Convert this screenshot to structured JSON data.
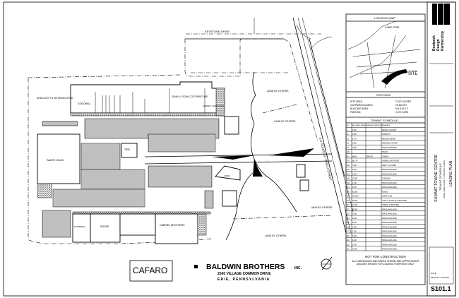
{
  "plan": {
    "road_top": "KEYSTONE DRIVE",
    "road_right": "U.S. ROUTE 19 - PEACH STREET",
    "area_not_developed": "AREA NOT TO BE DEVELOPED",
    "land_by_others": [
      "LAND BY OTHERS",
      "LAND BY OTHERS",
      "LAND BY OTHERS",
      "LAND BY OTHERS"
    ],
    "tenants": {
      "goodwill": "GOODWILL",
      "schultz": "JOHN V. SCHULTZ FURNITURE",
      "hobley": "HOBLEY FURNITURE",
      "sams": "SAM'S CLUB",
      "gabriel": "GABRIEL BROTHERS",
      "roses": "ROSES",
      "tire": "TIRE",
      "bank": "BANK"
    }
  },
  "developer": {
    "logo": "CAFARO",
    "name": "BALDWIN BROTHERS",
    "suffix": "INC.",
    "address": "2540 VILLAGE COMMON DRIVE",
    "city": "ERIE,  PENNSYLVANIA"
  },
  "location_map": {
    "title": "LOCATION MAP",
    "lake": "LAKE ERIE",
    "site": "SITE"
  },
  "site_data": {
    "title": "SITE DATA",
    "rows": [
      {
        "label": "SITE AREA",
        "value": "73.672 ACRES"
      },
      {
        "label": "OUTPARCELS AREA",
        "value": "25.626 S.F."
      },
      {
        "label": "BUILDING AREA",
        "value": "541,518 S.F."
      },
      {
        "label": "PARKING",
        "value": "2,670 CARS"
      }
    ]
  },
  "tenant_schedule": {
    "title": "TENANT SCHEDULE",
    "headers": [
      "NO.",
      "BUILDING AREA",
      "PARKING SPACES",
      "REMARKS"
    ],
    "rows": [
      [
        "A",
        "9,600",
        "",
        "DESIGN GALLERY"
      ],
      [
        "A1",
        "4,800",
        "",
        "DOMINO'S"
      ],
      [
        "A2",
        "3,776",
        "",
        "REGIONAL BANK"
      ],
      [
        "A3",
        "5,800",
        "",
        "MARSHALL OUTLET"
      ],
      [
        "A4",
        "4,800",
        "",
        "SPACE AVAILABLE"
      ],
      [
        "100",
        "--",
        "",
        "PAVING"
      ],
      [
        "NO.",
        "AREA",
        "SPACES",
        "TENANT"
      ],
      [
        "101",
        "88,178",
        "",
        "GABRIEL BROTHERS"
      ],
      [
        "102",
        "7,000",
        "",
        "PAPPY'S CLOSET"
      ],
      [
        "103",
        "2,400",
        "",
        "SPACE AVAILABLE"
      ],
      [
        "104",
        "3,200",
        "",
        "SPACE AVAILABLE"
      ],
      [
        "105",
        "12,000",
        "",
        "GOODWILL"
      ],
      [
        "106",
        "3,400",
        "",
        "SPACE AVAILABLE"
      ],
      [
        "107",
        "6,000",
        "",
        "SPACE AVAILABLE"
      ],
      [
        "108",
        "83,500",
        "",
        "ROSES"
      ],
      [
        "109",
        "103,500",
        "",
        "SAM'S CLUB"
      ],
      [
        "110",
        "32,000",
        "",
        "JOHN V. SCHULTZ FURNITURE"
      ],
      [
        "111",
        "23,000",
        "",
        "HOBLEY FURNITURE"
      ],
      [
        "112",
        "45,000",
        "",
        "SPACE AVAILABLE"
      ],
      [
        "113",
        "5,000",
        "",
        "SPACE AVAILABLE"
      ],
      [
        "114",
        "3,800",
        "",
        "SPACE AVAILABLE"
      ],
      [
        "115",
        "6,000",
        "",
        "SPACE AVAILABLE"
      ],
      [
        "116",
        "4,200",
        "",
        "SPACE AVAILABLE"
      ],
      [
        "117",
        "1,750",
        "",
        "SPACE AVAILABLE"
      ],
      [
        "118",
        "8,400",
        "",
        "SPACE AVAILABLE"
      ],
      [
        "119",
        "6,400",
        "",
        "SPACE AVAILABLE"
      ],
      [
        "120",
        "2,400",
        "",
        "SPACE AVAILABLE"
      ],
      [
        "121",
        "14,000",
        "",
        "SPACE AVAILABLE"
      ]
    ],
    "not_for_construction": "NOT FOR CONSTRUCTION",
    "disclaimer": "ALL DIMENSIONS AND AREAS SHOWN ARE APPROXIMATE AND ARE SHOWN FOR LEASING PURPOSES ONLY"
  },
  "title_block": {
    "firm": [
      "Bostwick",
      "Design",
      "Partnership"
    ],
    "project": "SUMMIT TOWNE CENTRE",
    "subtitle": "TENANT SCHEDULE",
    "location": "ERIE, ERIE COUNTY, PENNSYLVANIA",
    "sheet_title": "LEASING PLAN",
    "date_label": "DATE",
    "dates": "08.05.04 / 09.26.03",
    "sheet_no": "S101.1"
  }
}
